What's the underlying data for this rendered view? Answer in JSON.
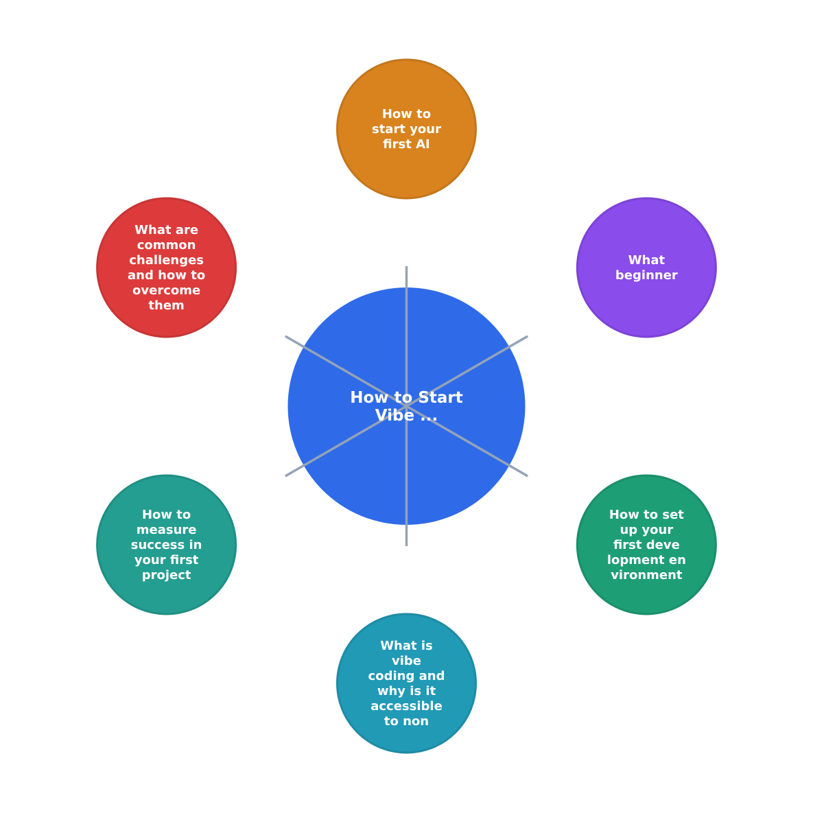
{
  "center": {
    "lines": [
      "How to Start",
      "Vibe ..."
    ],
    "color": "#2f6be8"
  },
  "spoke_color": "#94a3b8",
  "nodes": [
    {
      "id": "top",
      "lines": [
        "How to",
        "start your",
        "first AI"
      ],
      "color": "#d9831f"
    },
    {
      "id": "top-right",
      "lines": [
        "What",
        "beginner"
      ],
      "color": "#8a4ceb"
    },
    {
      "id": "bottom-right",
      "lines": [
        "How to set",
        "up your",
        "first deve",
        "lopment en",
        "vironment"
      ],
      "color": "#1e9e75"
    },
    {
      "id": "bottom",
      "lines": [
        "What is",
        "vibe",
        "coding and",
        "why is it",
        "accessible",
        "to non"
      ],
      "color": "#219ab6"
    },
    {
      "id": "bottom-left",
      "lines": [
        "How to",
        "measure",
        "success in",
        "your first",
        "project"
      ],
      "color": "#249e91"
    },
    {
      "id": "top-left",
      "lines": [
        "What are",
        "common",
        "challenges",
        "and how to",
        "overcome",
        "them"
      ],
      "color": "#dd3b3b"
    }
  ]
}
